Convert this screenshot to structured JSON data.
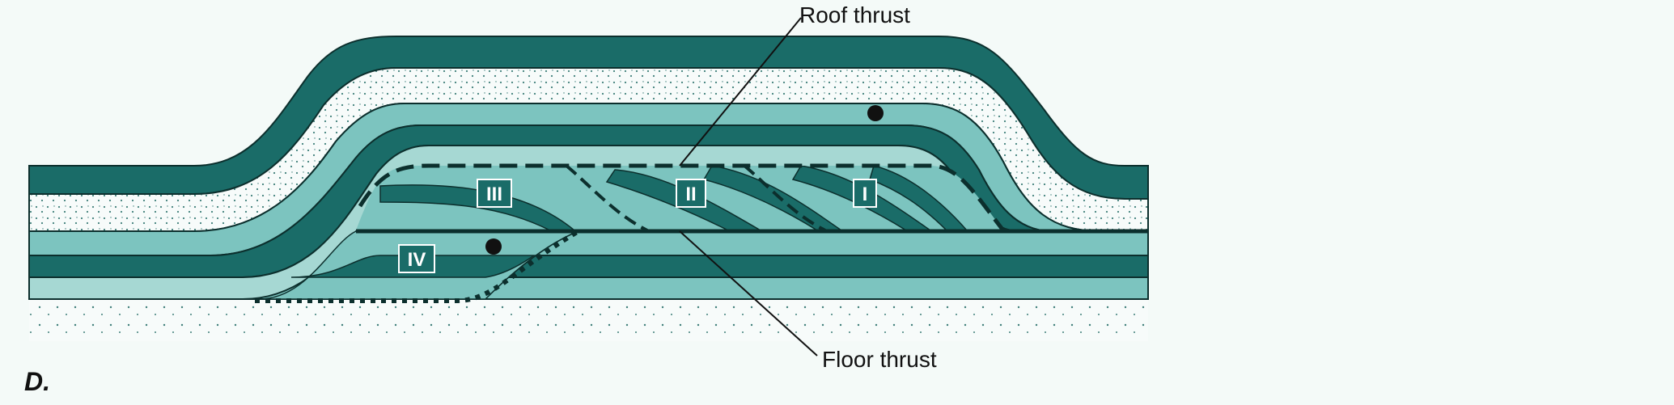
{
  "panel_label": "D.",
  "labels": {
    "roof_thrust": "Roof thrust",
    "floor_thrust": "Floor thrust"
  },
  "horses": [
    "I",
    "II",
    "III",
    "IV"
  ],
  "colors": {
    "dark_teal": "#1a6c68",
    "mid_teal": "#2e8a84",
    "light_teal": "#7cc4bf",
    "pale_teal": "#a6d8d3",
    "stipple_bg": "#f7fbfa",
    "stipple_dot": "#3f7f7a",
    "outline": "#0c2f2d"
  }
}
